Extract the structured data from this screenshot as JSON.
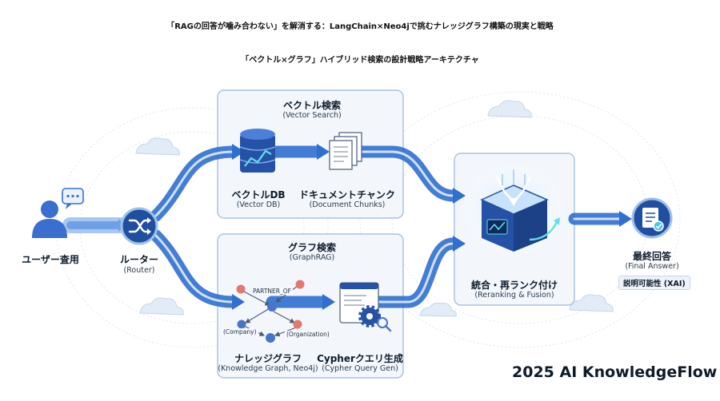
{
  "header": {
    "title": "「RAGの回答が噛み合わない」を解消する：LangChain×Neo4jで挑むナレッジグラフ構築の現実と戦略",
    "subtitle": "「ベクトル×グラフ」ハイブリッド検索の設計戦略アーキテクチャ"
  },
  "nodes": {
    "user": {
      "label": "ユーザー査用"
    },
    "router": {
      "label": "ルーター",
      "sublabel": "(Router)"
    },
    "vector_panel": {
      "label": "ベクトル検索",
      "sublabel": "(Vector Search)"
    },
    "vector_db": {
      "label": "ベクトルDB",
      "sublabel": "(Vector DB)"
    },
    "doc_chunks": {
      "label": "ドキュメントチャンク",
      "sublabel": "(Document Chunks)"
    },
    "graph_panel": {
      "label": "グラフ検索",
      "sublabel": "(GraphRAG)"
    },
    "knowledge_graph": {
      "label": "ナレッジグラフ",
      "sublabel": "(Knowledge Graph, Neo4j)"
    },
    "cypher_gen": {
      "label": "Cypherクエリ生成",
      "sublabel": "(Cypher Query Gen)"
    },
    "fusion": {
      "label": "統合・再ランク付け",
      "sublabel": "(Reranking & Fusion)"
    },
    "final_answer": {
      "label": "最終回答",
      "sublabel": "(Final Answer)",
      "badge": "説明可能性 (XAI)"
    }
  },
  "graph_labels": {
    "partner_of": "PARTNER_OF",
    "company": "(Company)",
    "organization": "(Organization)"
  },
  "footer": {
    "brand": "2025 AI KnowledgeFlow"
  },
  "colors": {
    "flow_blue": "#2f6fd0",
    "panel_border": "#a9c3df",
    "panel_bg": "#f3f7fc",
    "node_red": "#e2786e",
    "node_blue": "#4a74c9"
  }
}
